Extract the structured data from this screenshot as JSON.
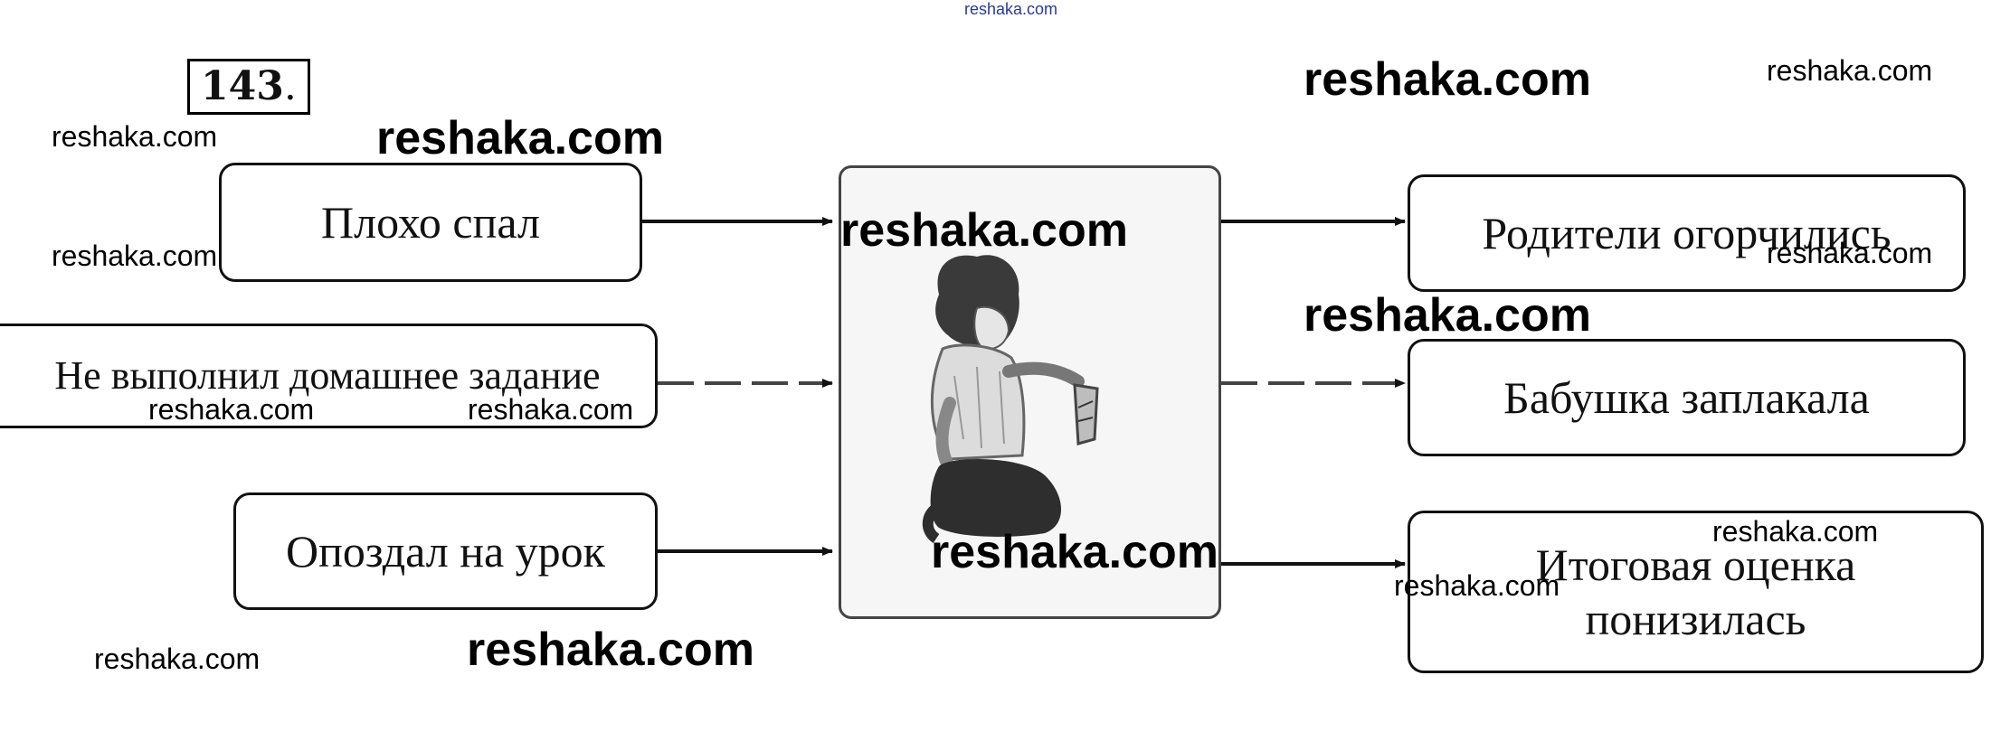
{
  "task_number": "143",
  "task_number_suffix": ".",
  "causes": [
    "Плохо спал",
    "Не выполнил домашнее задание",
    "Опоздал на урок"
  ],
  "effects": [
    "Родители огорчились",
    "Бабушка заплакала",
    "Итоговая оценка понизилась"
  ],
  "watermark": "reshaka.com",
  "center_illustration": "boy-kneeling-illustration",
  "colors": {
    "line": "#111111",
    "card_bg": "#f6f6f6"
  }
}
